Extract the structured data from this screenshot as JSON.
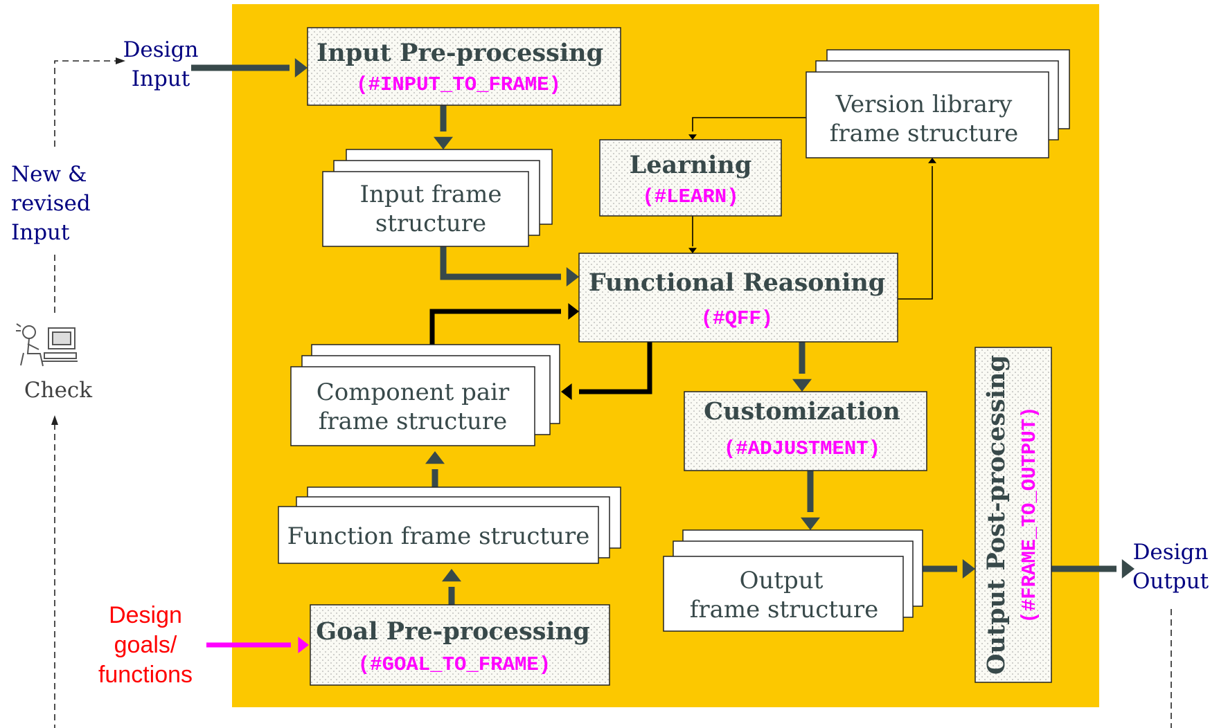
{
  "colors": {
    "panel": "#fcc800",
    "dark_arrow": "#38494a",
    "black_arrow": "#000000",
    "magenta": "#ff00ff",
    "label_blue": "#000080",
    "goal_red": "#ff0000",
    "check_text": "#404040"
  },
  "labels": {
    "design_input": [
      "Design",
      "Input"
    ],
    "new_revised": [
      "New &",
      "revised",
      "Input"
    ],
    "check": "Check",
    "design_goals": [
      "Design",
      "goals/",
      "functions"
    ],
    "design_output": [
      "Design",
      "Output"
    ]
  },
  "boxes": {
    "input_pre": {
      "title": "Input Pre-processing",
      "code": "(#INPUT_TO_FRAME)"
    },
    "input_frame": {
      "lines": [
        "Input frame",
        "structure"
      ]
    },
    "learning": {
      "title": "Learning",
      "code": "(#LEARN)"
    },
    "version_lib": {
      "lines": [
        "Version library",
        "frame structure"
      ]
    },
    "functional": {
      "title": "Functional Reasoning",
      "code": "(#QFF)"
    },
    "component": {
      "lines": [
        "Component pair",
        "frame structure"
      ]
    },
    "function_frame": {
      "lines": [
        "Function frame structure"
      ]
    },
    "customization": {
      "title": "Customization",
      "code": "(#ADJUSTMENT)"
    },
    "output_frame": {
      "lines": [
        "Output",
        "frame structure"
      ]
    },
    "goal_pre": {
      "title": "Goal Pre-processing",
      "code": "(#GOAL_TO_FRAME)"
    },
    "output_post": {
      "title": "Output Post-processing",
      "code": "(#FRAME_TO_OUTPUT)"
    }
  },
  "icons": {
    "check": "person-at-computer-icon"
  }
}
